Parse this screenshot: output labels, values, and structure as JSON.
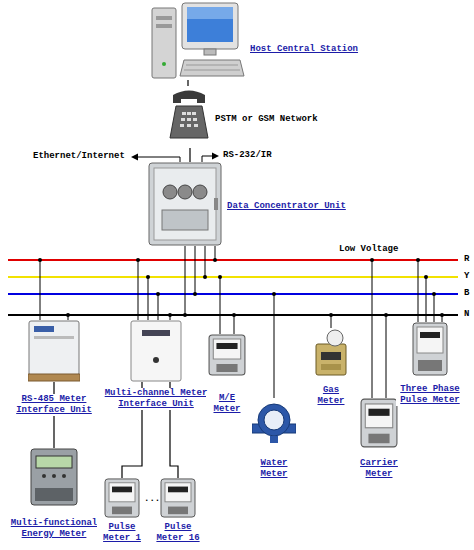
{
  "diagram": {
    "nodes": [
      {
        "text": [
          "Host Central Station"
        ]
      },
      {
        "text": [
          "PSTM or GSM Network"
        ]
      },
      {
        "text": [
          "Data Concentrator Unit"
        ]
      },
      {
        "text": [
          "RS-485 Meter Interface Unit"
        ]
      },
      {
        "text": [
          "Multi-channel Meter Interface Unit"
        ]
      },
      {
        "text": [
          "M/E Meter"
        ]
      },
      {
        "text": [
          "Water Meter"
        ]
      },
      {
        "text": [
          "Gas Meter"
        ]
      },
      {
        "text": [
          "Carrier Meter"
        ]
      },
      {
        "text": [
          "Three Phase Pulse Meter"
        ]
      },
      {
        "text": [
          "Multi-functional Energy Meter"
        ]
      },
      {
        "text": [
          "Pulse Meter 1"
        ]
      },
      {
        "text": [
          "Pulse Meter 16"
        ]
      }
    ],
    "edges": [
      {
        "from": 0,
        "to": 1,
        "arrow": "none"
      },
      {
        "from": 1,
        "to": 2,
        "arrow": "none"
      },
      {
        "from": 3,
        "to": 10,
        "arrow": "none"
      },
      {
        "from": 4,
        "to": 11,
        "arrow": "none"
      },
      {
        "from": 4,
        "to": 12,
        "arrow": "none"
      }
    ],
    "labels": [
      "Ethernet/Internet",
      "RS-232/IR",
      "Low Voltage",
      "R",
      "Y",
      "B",
      "N",
      "..."
    ]
  }
}
